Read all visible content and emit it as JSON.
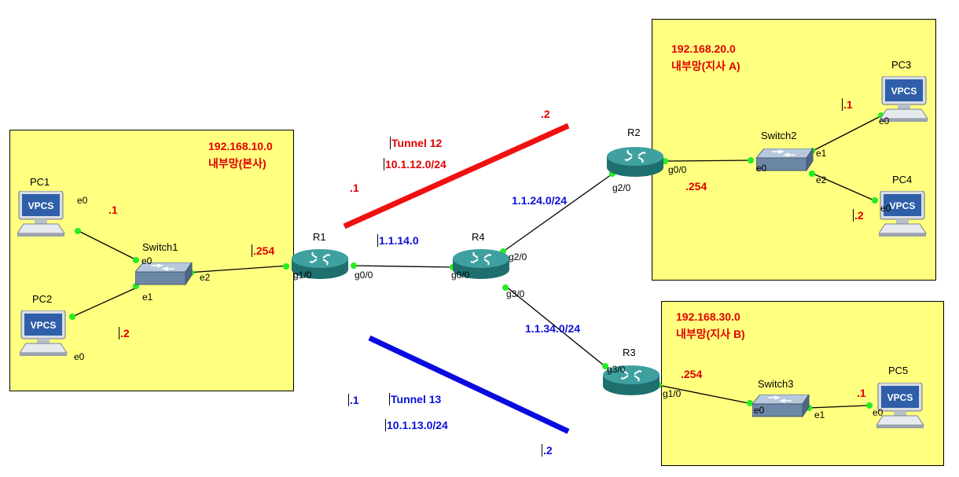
{
  "zones": {
    "hq": {
      "network": "192.168.10.0",
      "name": "내부망(본사)"
    },
    "branch_a": {
      "network": "192.168.20.0",
      "name": "내부망(지사 A)"
    },
    "branch_b": {
      "network": "192.168.30.0",
      "name": "내부망(지사 B)"
    }
  },
  "devices": {
    "pc1": "PC1",
    "pc2": "PC2",
    "pc3": "PC3",
    "pc4": "PC4",
    "pc5": "PC5",
    "switch1": "Switch1",
    "switch2": "Switch2",
    "switch3": "Switch3",
    "r1": "R1",
    "r2": "R2",
    "r3": "R3",
    "r4": "R4",
    "vpcs": "VPCS"
  },
  "ports": {
    "pc1_e0": "e0",
    "pc2_e0": "e0",
    "pc3_e0": "e0",
    "pc4_e0": "e0",
    "pc5_e0": "e0",
    "sw1_e0": "e0",
    "sw1_e1": "e1",
    "sw1_e2": "e2",
    "sw2_e0": "e0",
    "sw2_e1": "e1",
    "sw2_e2": "e2",
    "sw3_e0": "e0",
    "sw3_e1": "e1",
    "r1_g1_0": "g1/0",
    "r1_g0_0": "g0/0",
    "r4_g0_0": "g0/0",
    "r4_g2_0": "g2/0",
    "r4_g3_0": "g3/0",
    "r2_g2_0": "g2/0",
    "r2_g0_0": "g0/0",
    "r3_g3_0": "g3/0",
    "r3_g1_0": "g1/0"
  },
  "addresses": {
    "pc1": ".1",
    "pc2": ".2",
    "r1_lan": ".254",
    "pc3": ".1",
    "pc4": ".2",
    "r2_lan": ".254",
    "pc5": ".1",
    "r3_lan": ".254",
    "net_14": "1.1.14.0",
    "net_24": "1.1.24.0/24",
    "net_34": "1.1.34.0/24"
  },
  "tunnels": {
    "t12": {
      "name": "Tunnel 12",
      "network": "10.1.12.0/24",
      "r1_addr": ".1",
      "r2_addr": ".2",
      "color": "#f01010"
    },
    "t13": {
      "name": "Tunnel 13",
      "network": "10.1.13.0/24",
      "r1_addr": ".1",
      "r3_addr": ".2",
      "color": "#0a0ae0"
    }
  },
  "colors": {
    "zone": "#ffff80",
    "router": "#2f8f8f",
    "link_dot": "#22ee22",
    "red_text": "#e00000",
    "blue_text": "#0a10d8"
  }
}
